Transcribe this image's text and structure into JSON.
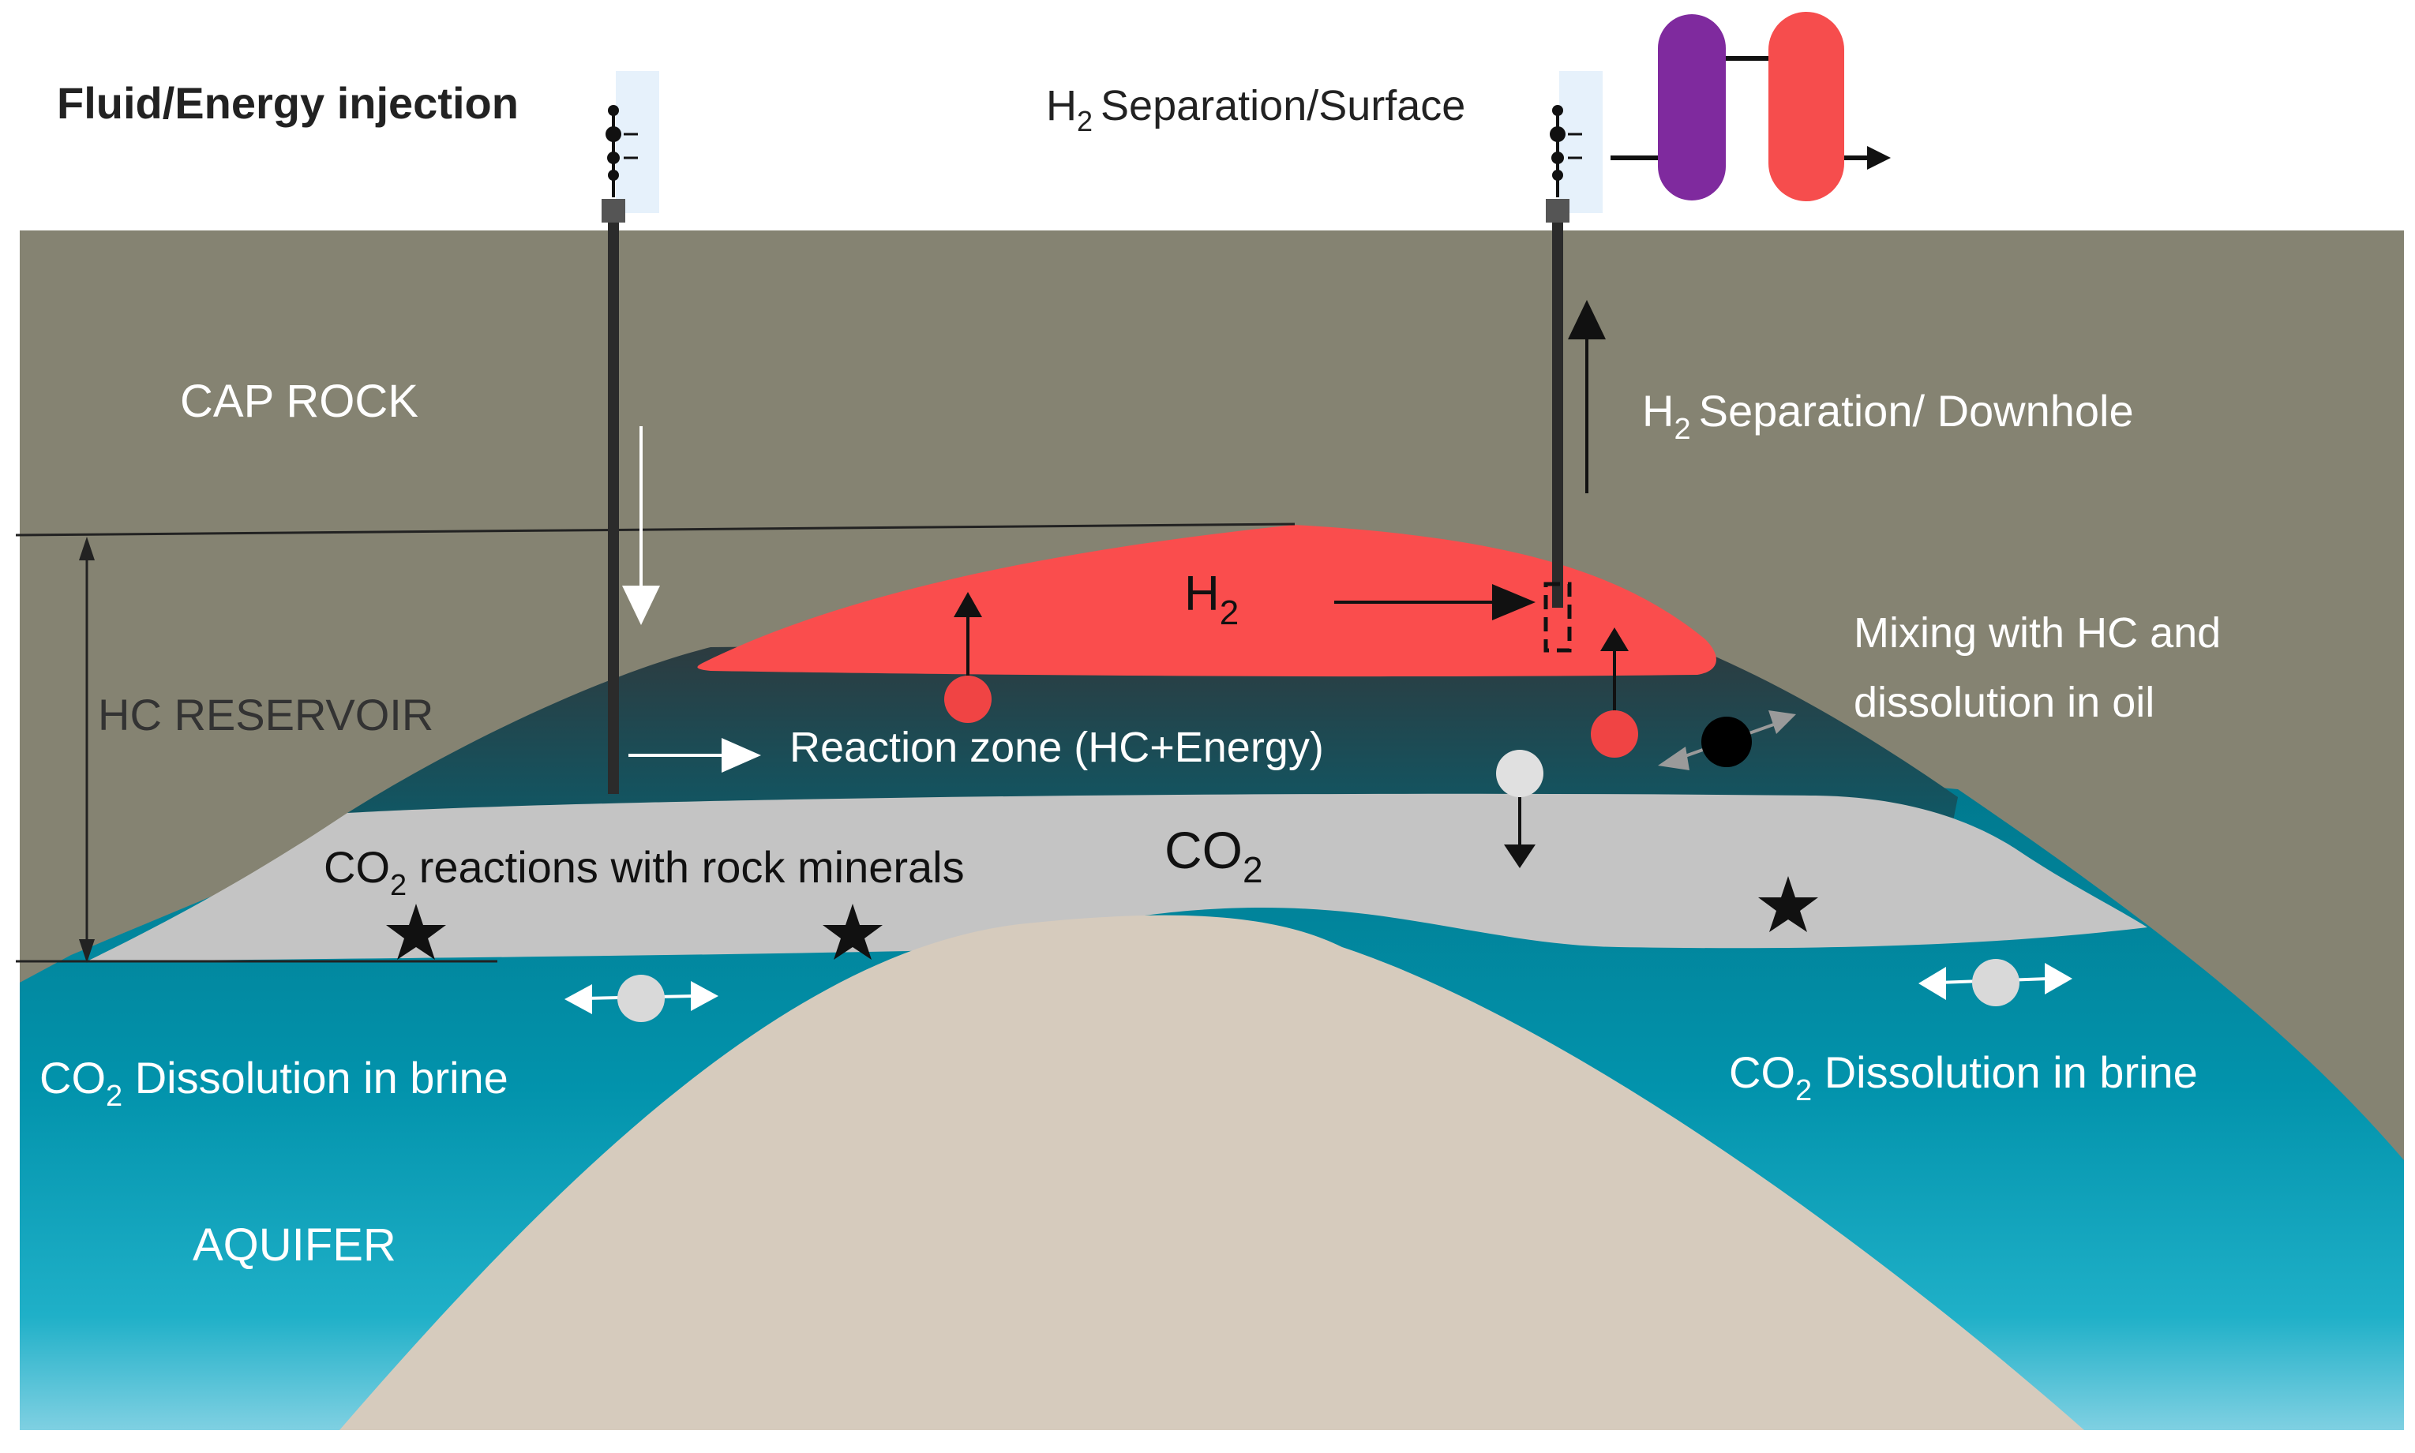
{
  "labels": {
    "fluid_energy_injection": "Fluid/Energy injection",
    "h2_separation_surface": "Separation/Surface",
    "h2_separation_surface_prefix": "H",
    "h2_separation_downhole": "Separation/  Downhole",
    "h2_separation_downhole_prefix": "H",
    "subscript_2": "2",
    "cap_rock": "CAP ROCK",
    "hc_reservoir": "HC RESERVOIR",
    "h2_zone_label_main": "H",
    "reaction_zone": "Reaction zone (HC+Energy)",
    "mixing_line1": "Mixing with HC and",
    "mixing_line2": "dissolution in oil",
    "co2_reactions_prefix": "CO",
    "co2_reactions_suffix": " reactions with rock minerals",
    "co2_zone_label_main": "CO",
    "co2_dissolution_left_prefix": "CO",
    "co2_dissolution_left_suffix": " Dissolution in brine",
    "co2_dissolution_right_prefix": "CO",
    "co2_dissolution_right_suffix": " Dissolution in brine",
    "aquifer": "AQUIFER"
  },
  "colors": {
    "cap_rock": "#858372",
    "h2_zone": "#fa4d4d",
    "reaction_zone": "#234550",
    "co2_zone": "#c4c4c4",
    "aquifer_top": "#00788c",
    "aquifer_bottom": "#5bc5dc",
    "basement": "#d6cbbd",
    "separator_purple": "#7f2a9e",
    "separator_red": "#f64d4d",
    "particle_red": "#f04444",
    "particle_grey": "#d9d9d9",
    "particle_black": "#000000"
  },
  "icons": {
    "star": "star-icon",
    "wellhead": "wellhead-icon"
  }
}
